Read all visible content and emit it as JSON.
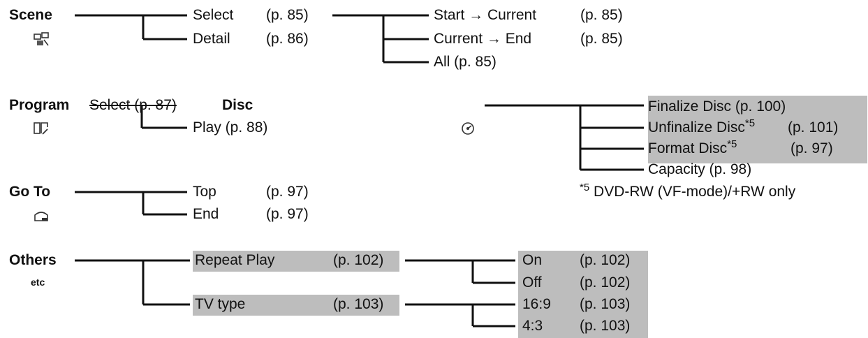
{
  "colors": {
    "highlight": "#bdbdbd",
    "text": "#111111"
  },
  "scene": {
    "label": "Scene",
    "icon": "scene-icon",
    "items": [
      {
        "label": "Select",
        "page": "(p. 85)"
      },
      {
        "label": "Detail",
        "page": "(p. 86)"
      }
    ],
    "select_options": [
      {
        "label": "Start → Current",
        "page": "(p. 85)"
      },
      {
        "label": "Current → End",
        "page": "(p. 85)"
      },
      {
        "label": "All (p. 85)"
      }
    ]
  },
  "program": {
    "label": "Program",
    "icon": "program-icon",
    "select_label": "Select (p. 87)",
    "play_label": "Play (p. 88)"
  },
  "disc": {
    "label": "Disc",
    "icon": "disc-icon",
    "items": [
      {
        "label": "Finalize Disc (p. 100)"
      },
      {
        "label": "Unfinalize Disc",
        "sup": "*5",
        "page": "(p. 101)"
      },
      {
        "label": "Format Disc",
        "sup": "*5",
        "page": "(p. 97)"
      },
      {
        "label": "Capacity (p. 98)"
      }
    ],
    "footnote_mark": "*5",
    "footnote_text": "DVD-RW (VF-mode)/+RW only"
  },
  "goto": {
    "label": "Go To",
    "icon": "goto-icon",
    "items": [
      {
        "label": "Top",
        "page": "(p. 97)"
      },
      {
        "label": "End",
        "page": "(p. 97)"
      }
    ]
  },
  "others": {
    "label": "Others",
    "icon_label": "etc",
    "items": [
      {
        "label": "Repeat Play",
        "page": "(p. 102)"
      },
      {
        "label": "TV type",
        "page": "(p. 103)"
      }
    ],
    "repeat_options": [
      {
        "label": "On",
        "page": "(p. 102)"
      },
      {
        "label": "Off",
        "page": "(p. 102)"
      }
    ],
    "tv_options": [
      {
        "label": "16:9",
        "page": "(p. 103)"
      },
      {
        "label": "4:3",
        "page": "(p. 103)"
      }
    ]
  }
}
